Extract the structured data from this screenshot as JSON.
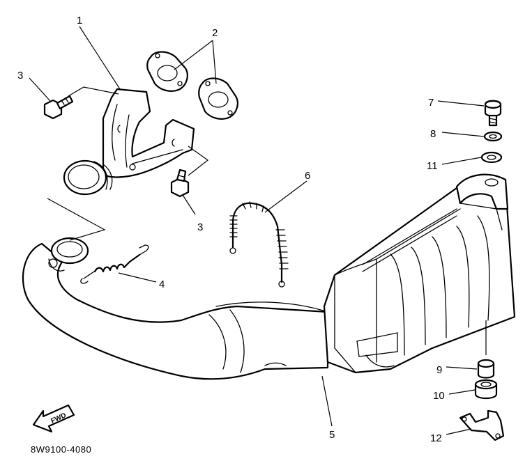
{
  "diagram": {
    "code": "8W9100-4080",
    "fwd_label": "FWD",
    "callouts": [
      {
        "id": "c1",
        "label": "1"
      },
      {
        "id": "c2",
        "label": "2"
      },
      {
        "id": "c3a",
        "label": "3"
      },
      {
        "id": "c3b",
        "label": "3"
      },
      {
        "id": "c4",
        "label": "4"
      },
      {
        "id": "c5",
        "label": "5"
      },
      {
        "id": "c6",
        "label": "6"
      },
      {
        "id": "c7",
        "label": "7"
      },
      {
        "id": "c8",
        "label": "8"
      },
      {
        "id": "c9",
        "label": "9"
      },
      {
        "id": "c10",
        "label": "10"
      },
      {
        "id": "c11",
        "label": "11"
      },
      {
        "id": "c12",
        "label": "12"
      }
    ]
  }
}
